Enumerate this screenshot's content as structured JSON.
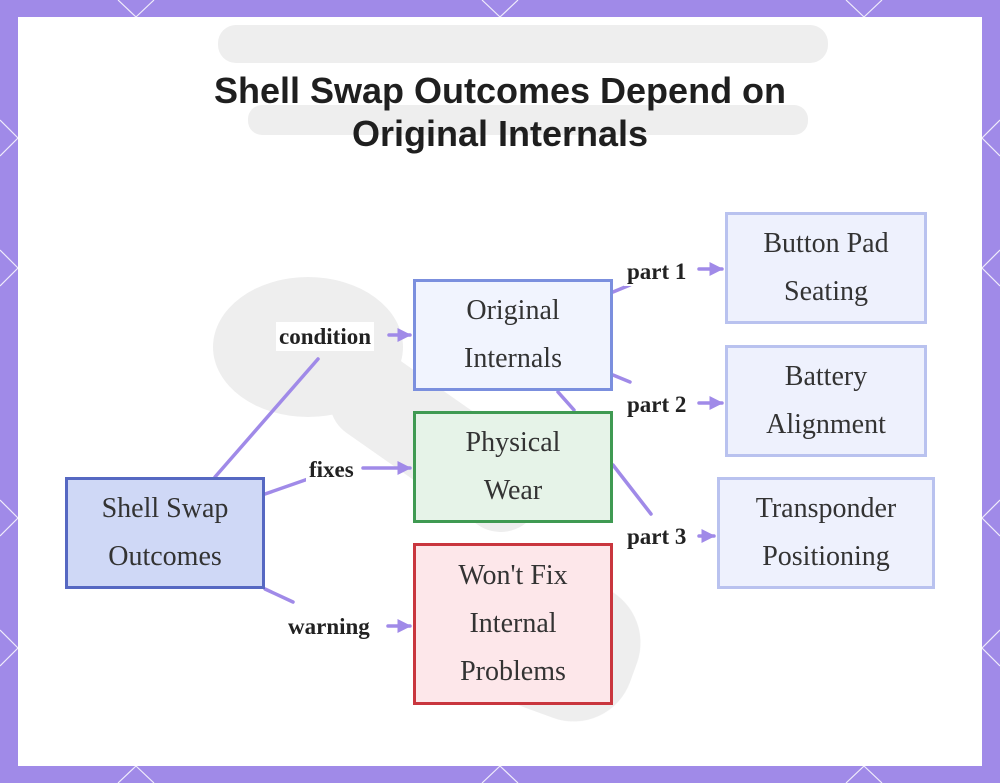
{
  "title": {
    "line1": "Shell Swap Outcomes Depend on",
    "line2": "Original Internals"
  },
  "colors": {
    "frame": "#a08ae8",
    "edge": "#a08ae8",
    "root_fill": "#cfd8f6",
    "root_stroke": "#5668c2",
    "blue_fill": "#f1f4fe",
    "blue_stroke": "#7b8fde",
    "green_fill": "#e6f3e8",
    "green_stroke": "#3f9a52",
    "red_fill": "#fde7ea",
    "red_stroke": "#c9363e",
    "part_fill": "#eef1fd",
    "part_stroke": "#b9c2ef"
  },
  "nodes": {
    "root": {
      "line1": "Shell Swap",
      "line2": "Outcomes"
    },
    "original": {
      "line1": "Original",
      "line2": "Internals"
    },
    "physical": {
      "line1": "Physical",
      "line2": "Wear"
    },
    "wontfix": {
      "line1": "Won't Fix",
      "line2": "Internal",
      "line3": "Problems"
    },
    "button": {
      "line1": "Button Pad",
      "line2": "Seating"
    },
    "battery": {
      "line1": "Battery",
      "line2": "Alignment"
    },
    "transponder": {
      "line1": "Transponder",
      "line2": "Positioning"
    }
  },
  "edge_labels": {
    "condition": "condition",
    "fixes": "fixes",
    "warning": "warning",
    "part1": "part 1",
    "part2": "part 2",
    "part3": "part 3"
  }
}
